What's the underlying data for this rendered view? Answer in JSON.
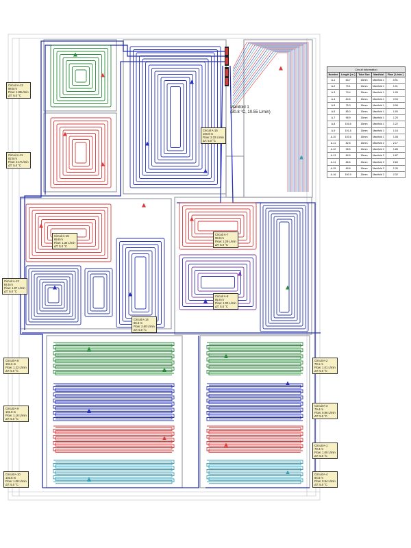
{
  "manifold": {
    "name": "Manifold 1",
    "detail": "(30.8 °C, 10.55 L/min)"
  },
  "table": {
    "title": "Circuit Information",
    "headers": [
      "Number",
      "Length [ m ]",
      "Tube Size",
      "Manifold",
      "Flow [ L/min ]"
    ],
    "rows": [
      [
        "A-1",
        "63.7",
        "16mm",
        "Manifold 1",
        "0.91"
      ],
      [
        "A-2",
        "79.1",
        "16mm",
        "Manifold 1",
        "1.01"
      ],
      [
        "A-3",
        "79.4",
        "16mm",
        "Manifold 1",
        "1.05"
      ],
      [
        "A-4",
        "84.6",
        "16mm",
        "Manifold 1",
        "0.94"
      ],
      [
        "A-5",
        "75.3",
        "16mm",
        "Manifold 1",
        "0.96"
      ],
      [
        "A-6",
        "85.0",
        "16mm",
        "Manifold 1",
        "1.00"
      ],
      [
        "A-7",
        "98.9",
        "16mm",
        "Manifold 1",
        "1.29"
      ],
      [
        "A-8",
        "104.6",
        "16mm",
        "Manifold 1",
        "1.22"
      ],
      [
        "A-9",
        "101.8",
        "16mm",
        "Manifold 1",
        "1.16"
      ],
      [
        "A-10",
        "103.6",
        "16mm",
        "Manifold 1",
        "1.08"
      ],
      [
        "A-11",
        "82.5",
        "16mm",
        "Manifold 2",
        "2.17"
      ],
      [
        "A-12",
        "98.5",
        "16mm",
        "Manifold 2",
        "1.85"
      ],
      [
        "A-13",
        "84.5",
        "16mm",
        "Manifold 2",
        "1.87"
      ],
      [
        "A-14",
        "86.6",
        "16mm",
        "Manifold 2",
        "2.60"
      ],
      [
        "A-15",
        "89.8",
        "16mm",
        "Manifold 2",
        "1.30"
      ],
      [
        "A-16",
        "100.9",
        "16mm",
        "Manifold 2",
        "2.32"
      ]
    ]
  },
  "circuits": [
    {
      "id": "A-12",
      "lines": [
        "Circuit A-12",
        "98.5 m",
        "Flow: 1.85L/min",
        "ΔT: 5.0 °C"
      ]
    },
    {
      "id": "A-11",
      "lines": [
        "Circuit A-11",
        "82.5 m",
        "Flow: 2.17L/min",
        "ΔT: 5.0 °C"
      ]
    },
    {
      "id": "A-16",
      "lines": [
        "Circuit A-16",
        "100.9 m",
        "Flow: 2.32 L/min",
        "ΔT: 5.0 °C"
      ]
    },
    {
      "id": "A-15",
      "lines": [
        "Circuit A-15",
        "89.8 m",
        "Flow: 1.30 L/min",
        "ΔT: 5.0 °C"
      ]
    },
    {
      "id": "A-13",
      "lines": [
        "Circuit A-13",
        "84.5 m",
        "Flow: 1.87 L/min",
        "ΔT: 5.0 °C"
      ]
    },
    {
      "id": "A-14",
      "lines": [
        "Circuit A-14",
        "86.6 m",
        "Flow: 2.60 L/min",
        "ΔT: 5.0 °C"
      ]
    },
    {
      "id": "A-7",
      "lines": [
        "Circuit A-7",
        "98.9 m",
        "Flow: 1.29 L/min",
        "ΔT: 5.0 °C"
      ]
    },
    {
      "id": "A-6",
      "lines": [
        "Circuit A-6",
        "85.0 m",
        "Flow: 1.00 L/min",
        "ΔT: 5.0 °C"
      ]
    },
    {
      "id": "A-8",
      "lines": [
        "Circuit A-8",
        "104.6 m",
        "Flow: 1.22 L/min",
        "ΔT: 5.0 °C"
      ]
    },
    {
      "id": "A-9",
      "lines": [
        "Circuit A-9",
        "101.8 m",
        "Flow: 1.16 L/min",
        "ΔT: 5.0 °C"
      ]
    },
    {
      "id": "A-10",
      "lines": [
        "Circuit A-10",
        "103.6 m",
        "Flow: 1.08 L/min",
        "ΔT: 5.0 °C"
      ]
    },
    {
      "id": "A-2",
      "lines": [
        "Circuit A-2",
        "79.1 m",
        "Flow: 1.01 L/min",
        "ΔT: 5.0 °C"
      ]
    },
    {
      "id": "A-3",
      "lines": [
        "Circuit A-3",
        "79.4 m",
        "Flow: 0.96 L/min",
        "ΔT: 5.0 °C"
      ]
    },
    {
      "id": "A-1",
      "lines": [
        "Circuit A-1",
        "79.4 m",
        "Flow: 1.00 L/min",
        "ΔT: 5.0 °C"
      ]
    },
    {
      "id": "A-4",
      "lines": [
        "Circuit A-4",
        "84.6 m",
        "Flow: 0.94 L/min",
        "ΔT: 5.0 °C"
      ]
    }
  ],
  "colors": {
    "wall": "#9aa0a6",
    "supply": "#2630b8",
    "red": "#d83a3a",
    "green": "#2a8a3a",
    "teal": "#3aa0b8",
    "purple": "#7a3aa8",
    "label_bg": "#f7f0c4"
  }
}
